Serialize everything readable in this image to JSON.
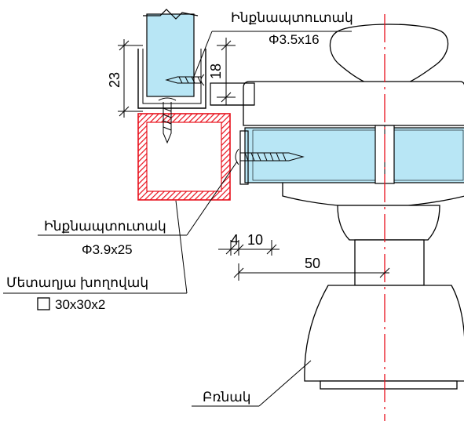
{
  "labels": {
    "screw_top_name": "Ինքնապտուտակ",
    "screw_top_size": "Φ3.5x16",
    "screw_bottom_name": "Ինքնապտուտակ",
    "screw_bottom_size": "Φ3.9x25",
    "tube_name": "Մետաղյա խողովակ",
    "tube_size": "30x30x2",
    "handle_name": "Բռնակ"
  },
  "dimensions": {
    "d23": "23",
    "d18": "18",
    "d4": "4",
    "d10": "10",
    "d50": "50"
  },
  "colors": {
    "glass": "#b8e6f5",
    "tube_hatch": "#e8101c",
    "centerline": "#e8101c",
    "stroke": "#000000"
  }
}
